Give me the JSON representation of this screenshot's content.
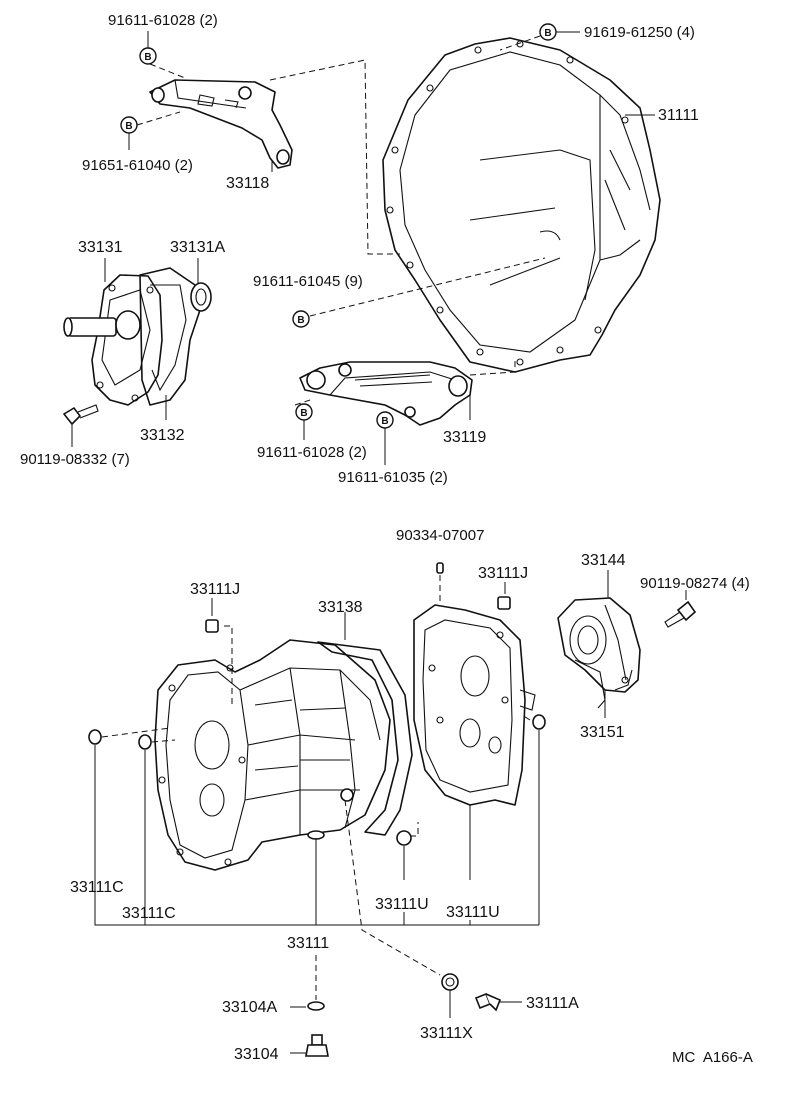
{
  "bolt_marker": "B",
  "top": {
    "bracket_upper": {
      "part": "33118",
      "bolt_a": "91611-61028 (2)",
      "bolt_b": "91651-61040 (2)"
    },
    "housing": {
      "part": "31111",
      "bolt": "91619-61250 (4)",
      "bolt_set": "91611-61045 (9)"
    },
    "extension": {
      "housing": "33131",
      "seal": "33131A",
      "gasket": "33132",
      "bolt": "90119-08332 (7)"
    },
    "bracket_lower": {
      "part": "33119",
      "bolt_a": "91611-61028 (2)",
      "bolt_b": "91611-61035 (2)"
    }
  },
  "bottom": {
    "pin_top_left": "33111J",
    "gasket": "33138",
    "breather": "90334-07007",
    "pin_top_right": "33111J",
    "cover": "33144",
    "cover_bolt": "90119-08274 (4)",
    "seal": "33151",
    "pin_c_outer": "33111C",
    "pin_c_inner": "33111C",
    "pin_u_left": "33111U",
    "pin_u_right": "33111U",
    "case_assy": "33111",
    "gasket_drain": "33104A",
    "plug_drain": "33104",
    "gasket_fill": "33111X",
    "plug_fill": "33111A"
  },
  "footer_code": "MC  A166-A"
}
